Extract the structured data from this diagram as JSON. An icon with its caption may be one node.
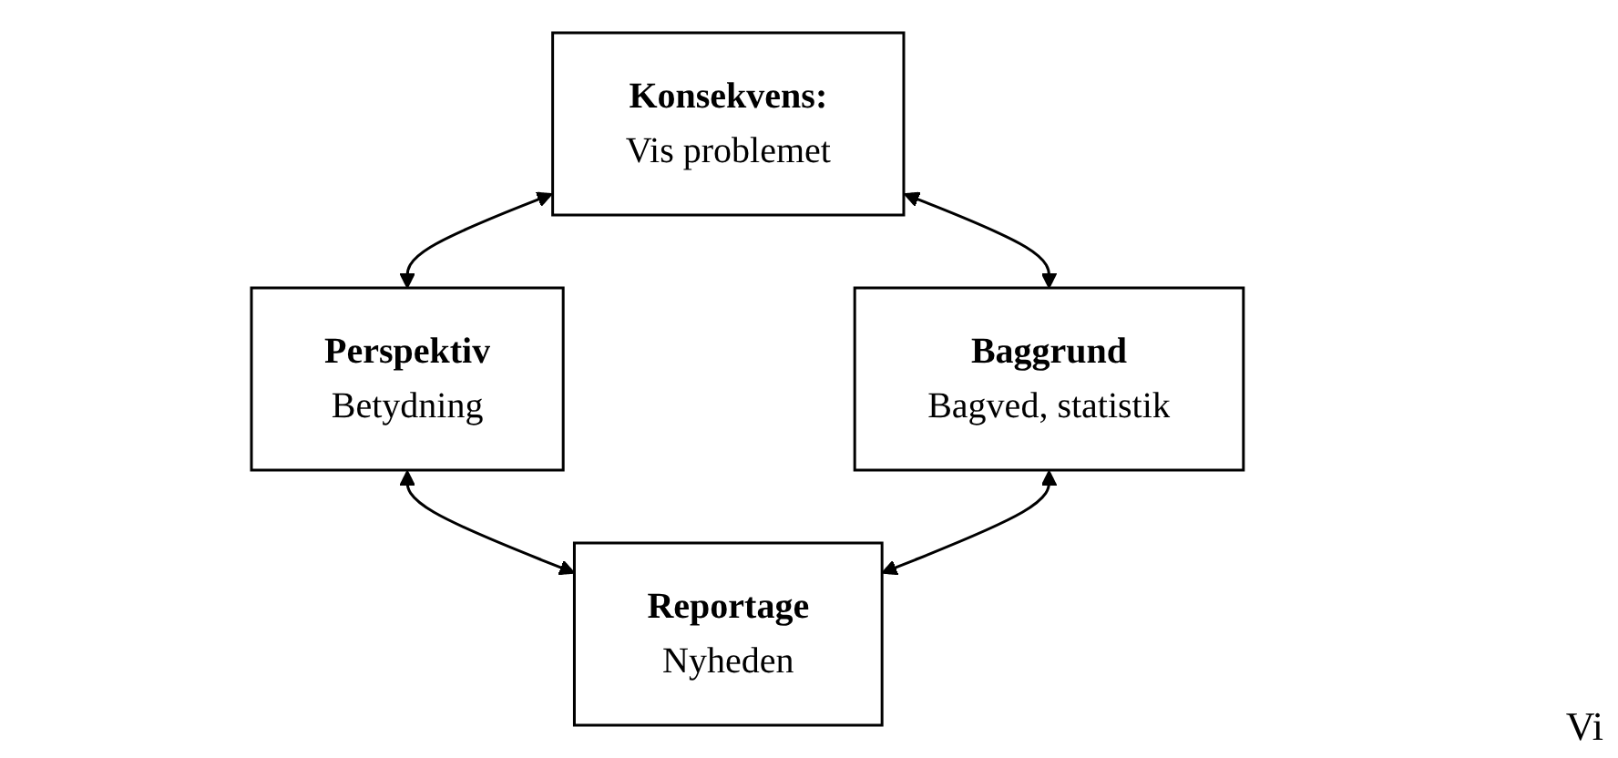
{
  "diagram": {
    "nodes": [
      {
        "text": [
          "Konsekvens:",
          "Vis problemet"
        ]
      },
      {
        "text": [
          "Perspektiv",
          "Betydning"
        ]
      },
      {
        "text": [
          "Baggrund",
          "Bagved, statistik"
        ]
      },
      {
        "text": [
          "Reportage",
          "Nyheden"
        ]
      }
    ],
    "edges": [
      {
        "from": 0,
        "to": 1,
        "arrow": "both"
      },
      {
        "from": 0,
        "to": 2,
        "arrow": "both"
      },
      {
        "from": 1,
        "to": 3,
        "arrow": "both"
      },
      {
        "from": 2,
        "to": 3,
        "arrow": "both"
      }
    ],
    "labels": [
      "Vi"
    ]
  }
}
